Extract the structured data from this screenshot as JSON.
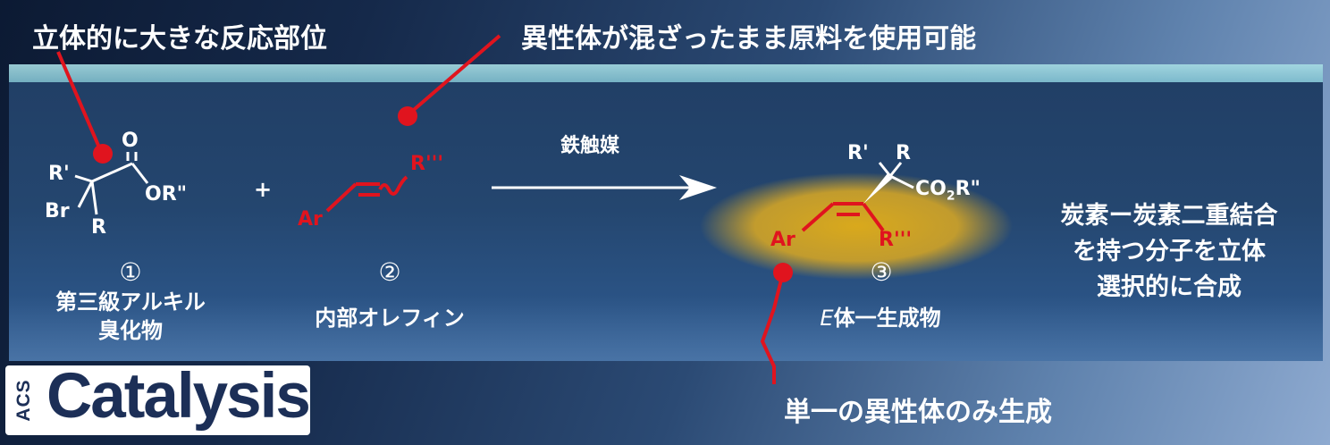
{
  "callouts": {
    "steric": "立体的に大きな反応部位",
    "isomer_mix": "異性体が混ざったまま原料を使用可能",
    "single_isomer": "単一の異性体のみ生成"
  },
  "reactant1": {
    "number": "①",
    "name_line1": "第三級アルキル",
    "name_line2": "臭化物",
    "atoms": {
      "O": "O",
      "OR": "OR\"",
      "R1": "R'",
      "Br": "Br",
      "R": "R"
    }
  },
  "plus": "+",
  "reactant2": {
    "number": "②",
    "name": "内部オレフィン",
    "atoms": {
      "Ar": "Ar",
      "R3": "R'''"
    }
  },
  "arrow": {
    "catalyst": "鉄触媒"
  },
  "product": {
    "number": "③",
    "name_italic": "E",
    "name_rest": "体一生成物",
    "atoms": {
      "R1": "R'",
      "R": "R",
      "CO2": "CO",
      "sub2": "2",
      "R2": "R\"",
      "Ar": "Ar",
      "R3": "R'''"
    }
  },
  "result": {
    "line1": "炭素ー炭素二重結合",
    "line2": "を持つ分子を立体",
    "line3": "選択的に合成"
  },
  "logo": {
    "acs": "ACS",
    "journal": "Catalysis"
  },
  "colors": {
    "accent_red": "#e0141e",
    "glow": "#d2a21e",
    "logo_navy": "#1c2f57"
  }
}
